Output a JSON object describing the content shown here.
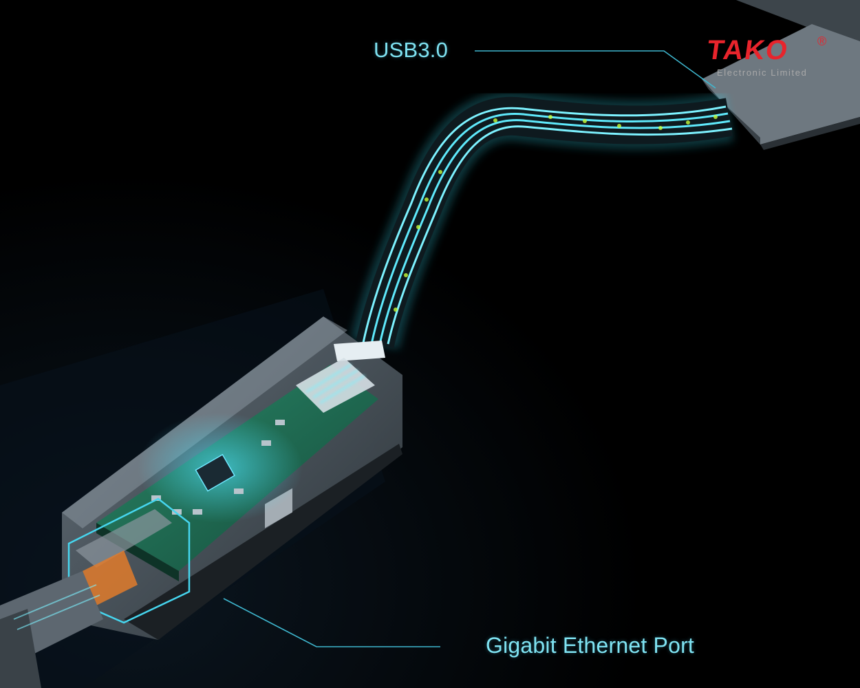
{
  "labels": {
    "usb": "USB3.0",
    "ethernet": "Gigabit Ethernet Port"
  },
  "logo": {
    "name": "TAKO",
    "registered": "®",
    "subtitle": "Electronic Limited"
  },
  "colors": {
    "background": "#000000",
    "label_cyan": "#7fe3f2",
    "glow_cyan": "#34d8f0",
    "logo_red": "#e8242c",
    "pcb_green": "#1f6b52",
    "housing_gray": "#5b6670"
  }
}
